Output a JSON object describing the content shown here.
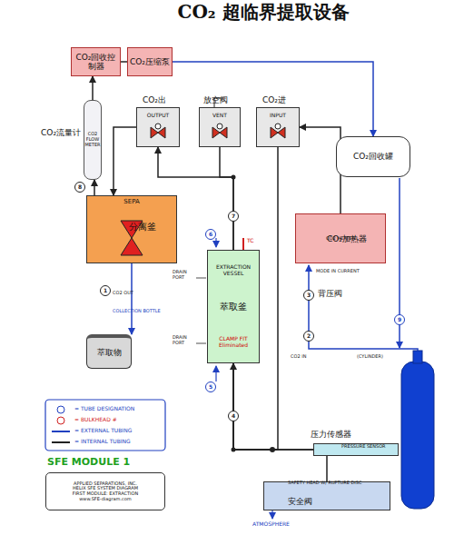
{
  "diagram": {
    "title": "CO₂ 超临界提取设备",
    "nodes": [
      {
        "text": [
          "CO₂回收控制器"
        ]
      },
      {
        "text": [
          "CO₂压缩泵"
        ]
      },
      {
        "text": [
          "CO₂流量计",
          "CO2 FLOW METER"
        ]
      },
      {
        "text": [
          "CO₂出",
          "OUTPUT"
        ]
      },
      {
        "text": [
          "放空阀",
          "VENT"
        ]
      },
      {
        "text": [
          "CO₂进",
          "INPUT"
        ]
      },
      {
        "text": [
          "CO₂回收罐"
        ]
      },
      {
        "text": [
          "SEPA",
          "分离釜"
        ]
      },
      {
        "text": [
          "EXTRACTION VESSEL",
          "萃取釜",
          "CLAMP FIT Eliminated"
        ]
      },
      {
        "text": [
          "CO2 HEATER",
          "CO₂加热器"
        ]
      },
      {
        "text": [
          "萃取物"
        ]
      },
      {
        "text": [
          "压力传感器",
          "PRESSURE SENSOR"
        ]
      },
      {
        "text": [
          "SAFETY HEAD W/ RUPTURE DISC",
          "安全阀"
        ]
      },
      {
        "text": [
          "APPLIED SEPARATIONS, INC.",
          "HELIX SFE SYSTEM DIAGRAM",
          "FIRST MODULE: EXTRACTION",
          "www.SFE-diagram.com"
        ]
      }
    ],
    "edges": [
      {
        "from": 2,
        "to": 0,
        "arrow": "to"
      },
      {
        "from": 0,
        "to": 1,
        "arrow": "none"
      },
      {
        "from": 1,
        "to": 6,
        "arrow": "to"
      },
      {
        "from": 3,
        "to": 7,
        "arrow": "to"
      },
      {
        "from": 7,
        "to": 2,
        "arrow": "to"
      },
      {
        "from": 7,
        "to": 10,
        "arrow": "to"
      },
      {
        "from": 8,
        "to": 3,
        "arrow": "to"
      },
      {
        "from": 8,
        "to": 4,
        "arrow": "none"
      },
      {
        "from": 9,
        "to": 5,
        "arrow": "to"
      },
      {
        "from": 5,
        "to": 8,
        "arrow": "to"
      },
      {
        "from": 8,
        "to": 11,
        "arrow": "none"
      },
      {
        "from": 8,
        "to": 12,
        "arrow": "none"
      }
    ],
    "labels": [
      "SFE MODULE 1",
      "CO2 OUT",
      "COLLECTION BOTTLE",
      "DRAIN PORT",
      "DRAIN PORT",
      "TC",
      "背压阀",
      "MODE IN CURRENT",
      "CO2 IN",
      "(CYLINDER)",
      "ATMOSPHERE",
      "8",
      "7",
      "6",
      "5",
      "4",
      "1",
      "3",
      "2",
      "9"
    ],
    "legend": [
      {
        "text": "= TUBE DESIGNATION"
      },
      {
        "text": "= BULKHEAD #"
      },
      {
        "text": "= EXTERNAL TUBING"
      },
      {
        "text": "= INTERNAL TUBING"
      }
    ]
  }
}
